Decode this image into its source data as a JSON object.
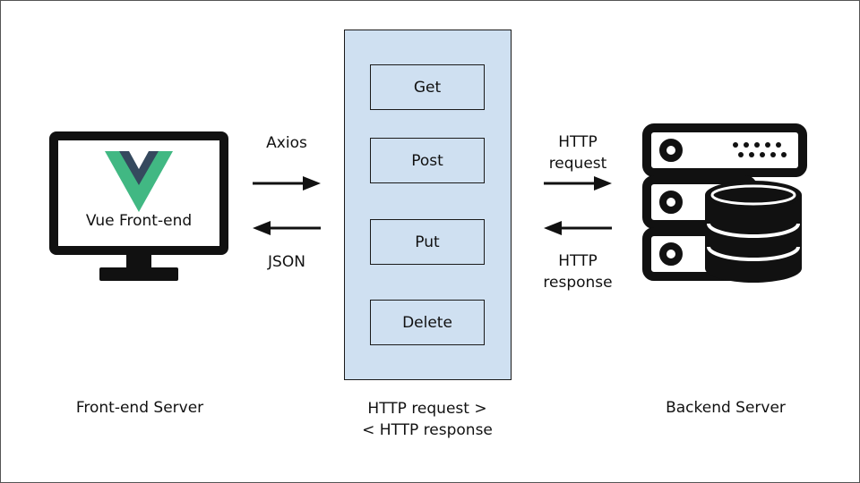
{
  "frontend": {
    "screen_label": "Vue Front-end",
    "caption": "Front-end Server"
  },
  "left_arrows": {
    "top_label": "Axios",
    "bottom_label": "JSON"
  },
  "api": {
    "methods": [
      "Get",
      "Post",
      "Put",
      "Delete"
    ],
    "caption_line1": "HTTP request >",
    "caption_line2": "< HTTP response"
  },
  "right_arrows": {
    "top_label_line1": "HTTP",
    "top_label_line2": "request",
    "bottom_label_line1": "HTTP",
    "bottom_label_line2": "response"
  },
  "backend": {
    "caption": "Backend Server"
  },
  "colors": {
    "panel_fill": "#cfe0f1",
    "vue_green": "#41b883",
    "vue_dark": "#35495e",
    "stroke": "#111111"
  }
}
